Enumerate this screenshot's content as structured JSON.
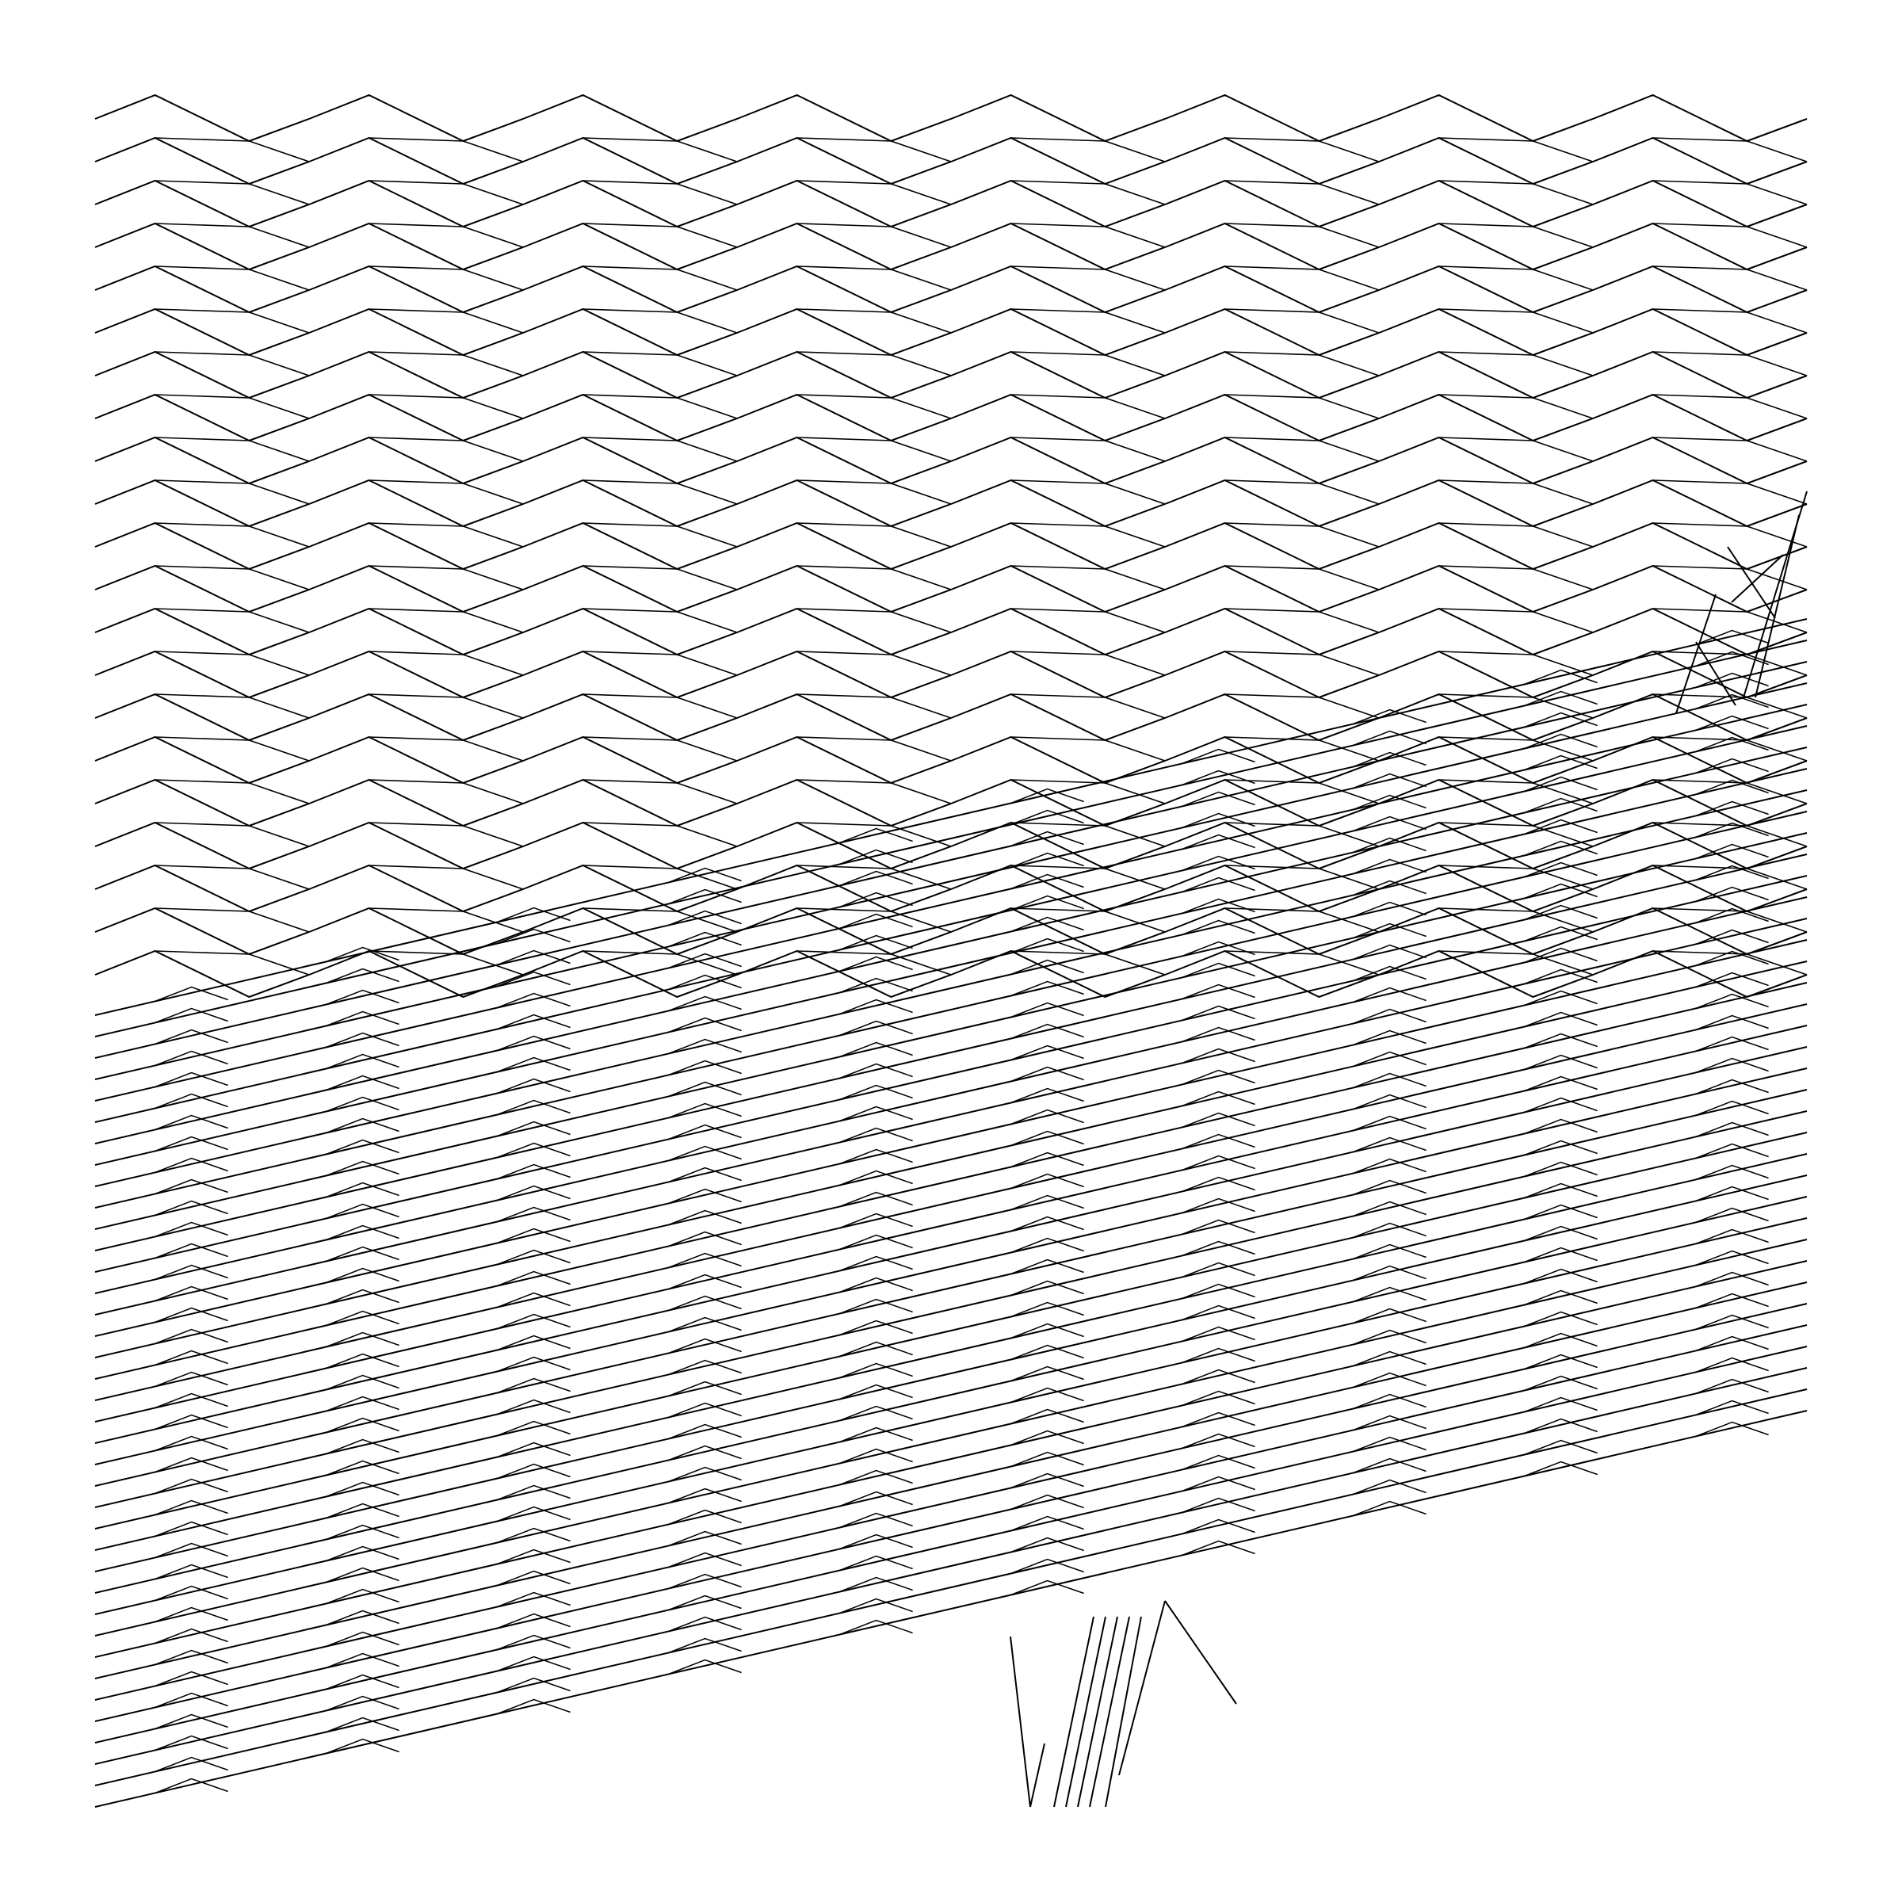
{
  "artwork": {
    "kind": "line-art",
    "background_color": "#ffffff",
    "stroke_color": "#000000",
    "upper_pattern": "zigzag-chevron-strips",
    "upper_strip_count": 21,
    "lower_pattern": "dense-diagonal-strips",
    "lower_strip_count": 38,
    "columns": 8
  }
}
